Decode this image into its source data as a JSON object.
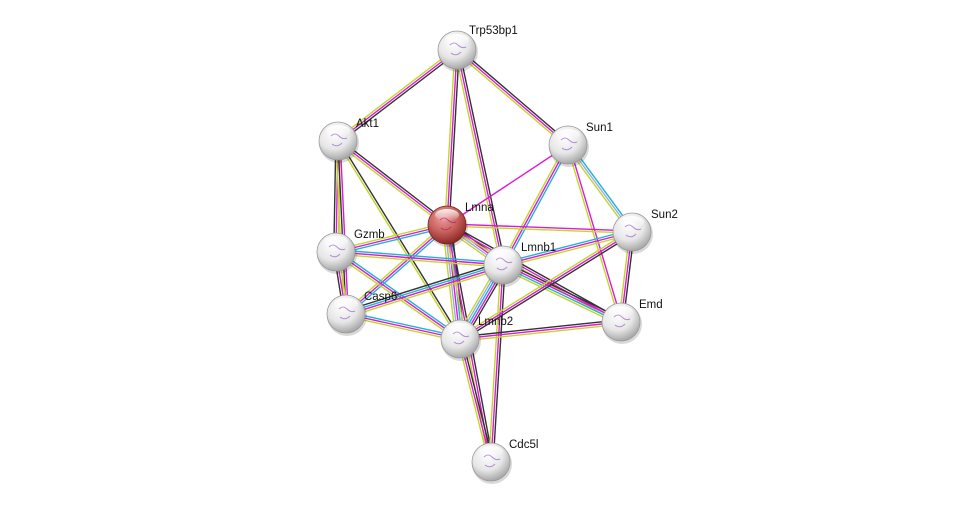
{
  "colors": {
    "black": "#333333",
    "magenta": "#d81bd8",
    "yellow": "#c2d62a",
    "cyan": "#1fb3d6",
    "lightblue": "#9aa8f0",
    "query_node": "#c0504d",
    "node": "#e8e8e8"
  },
  "nodes": [
    {
      "id": "Trp53bp1",
      "label": "Trp53bp1"
    },
    {
      "id": "Akt1",
      "label": "Akt1"
    },
    {
      "id": "Sun1",
      "label": "Sun1"
    },
    {
      "id": "Lmna",
      "label": "Lmna",
      "query": true
    },
    {
      "id": "Sun2",
      "label": "Sun2"
    },
    {
      "id": "Gzmb",
      "label": "Gzmb"
    },
    {
      "id": "Lmnb1",
      "label": "Lmnb1"
    },
    {
      "id": "Casp6",
      "label": "Casp6"
    },
    {
      "id": "Emd",
      "label": "Emd"
    },
    {
      "id": "Lmnb2",
      "label": "Lmnb2"
    },
    {
      "id": "Cdc5l",
      "label": "Cdc5l"
    }
  ],
  "edges": [
    {
      "a": "Trp53bp1",
      "b": "Akt1",
      "c": [
        "black",
        "magenta",
        "yellow"
      ]
    },
    {
      "a": "Trp53bp1",
      "b": "Lmna",
      "c": [
        "black",
        "magenta",
        "yellow"
      ]
    },
    {
      "a": "Trp53bp1",
      "b": "Lmnb1",
      "c": [
        "black",
        "magenta",
        "yellow"
      ]
    },
    {
      "a": "Trp53bp1",
      "b": "Sun1",
      "c": [
        "black",
        "magenta",
        "yellow"
      ]
    },
    {
      "a": "Akt1",
      "b": "Gzmb",
      "c": [
        "yellow",
        "magenta",
        "black"
      ]
    },
    {
      "a": "Akt1",
      "b": "Casp6",
      "c": [
        "magenta",
        "black",
        "yellow"
      ]
    },
    {
      "a": "Akt1",
      "b": "Lmna",
      "c": [
        "black",
        "magenta",
        "yellow"
      ]
    },
    {
      "a": "Akt1",
      "b": "Lmnb2",
      "c": [
        "black",
        "yellow"
      ]
    },
    {
      "a": "Sun1",
      "b": "Lmna",
      "c": [
        "magenta"
      ]
    },
    {
      "a": "Sun1",
      "b": "Lmnb1",
      "c": [
        "cyan",
        "magenta",
        "yellow"
      ]
    },
    {
      "a": "Sun1",
      "b": "Sun2",
      "c": [
        "cyan",
        "lightblue",
        "yellow"
      ]
    },
    {
      "a": "Sun1",
      "b": "Emd",
      "c": [
        "magenta",
        "yellow"
      ]
    },
    {
      "a": "Lmna",
      "b": "Sun2",
      "c": [
        "magenta",
        "yellow"
      ]
    },
    {
      "a": "Lmna",
      "b": "Gzmb",
      "c": [
        "cyan",
        "magenta",
        "yellow"
      ]
    },
    {
      "a": "Lmna",
      "b": "Casp6",
      "c": [
        "cyan",
        "magenta",
        "yellow"
      ]
    },
    {
      "a": "Lmna",
      "b": "Lmnb1",
      "c": [
        "black",
        "magenta",
        "lightblue",
        "yellow"
      ]
    },
    {
      "a": "Lmna",
      "b": "Lmnb2",
      "c": [
        "black",
        "cyan",
        "magenta",
        "lightblue",
        "yellow"
      ]
    },
    {
      "a": "Lmna",
      "b": "Emd",
      "c": [
        "black",
        "magenta",
        "yellow"
      ]
    },
    {
      "a": "Lmna",
      "b": "Cdc5l",
      "c": [
        "black",
        "magenta",
        "yellow"
      ]
    },
    {
      "a": "Gzmb",
      "b": "Lmnb1",
      "c": [
        "cyan",
        "magenta",
        "yellow"
      ]
    },
    {
      "a": "Gzmb",
      "b": "Casp6",
      "c": [
        "yellow",
        "magenta",
        "black"
      ]
    },
    {
      "a": "Gzmb",
      "b": "Lmnb2",
      "c": [
        "cyan",
        "magenta",
        "yellow"
      ]
    },
    {
      "a": "Casp6",
      "b": "Lmnb1",
      "c": [
        "black",
        "cyan",
        "magenta",
        "yellow"
      ]
    },
    {
      "a": "Casp6",
      "b": "Lmnb2",
      "c": [
        "cyan",
        "magenta",
        "yellow"
      ]
    },
    {
      "a": "Lmnb1",
      "b": "Sun2",
      "c": [
        "cyan",
        "magenta",
        "yellow"
      ]
    },
    {
      "a": "Lmnb1",
      "b": "Lmnb2",
      "c": [
        "black",
        "magenta",
        "cyan",
        "lightblue",
        "yellow"
      ]
    },
    {
      "a": "Lmnb1",
      "b": "Emd",
      "c": [
        "black",
        "magenta",
        "cyan",
        "yellow"
      ]
    },
    {
      "a": "Lmnb1",
      "b": "Cdc5l",
      "c": [
        "black",
        "magenta",
        "yellow"
      ]
    },
    {
      "a": "Sun2",
      "b": "Emd",
      "c": [
        "black",
        "magenta",
        "yellow"
      ]
    },
    {
      "a": "Sun2",
      "b": "Lmnb2",
      "c": [
        "black",
        "magenta",
        "yellow"
      ]
    },
    {
      "a": "Lmnb2",
      "b": "Emd",
      "c": [
        "black",
        "magenta",
        "yellow"
      ]
    },
    {
      "a": "Lmnb2",
      "b": "Cdc5l",
      "c": [
        "black",
        "magenta",
        "yellow"
      ]
    }
  ]
}
